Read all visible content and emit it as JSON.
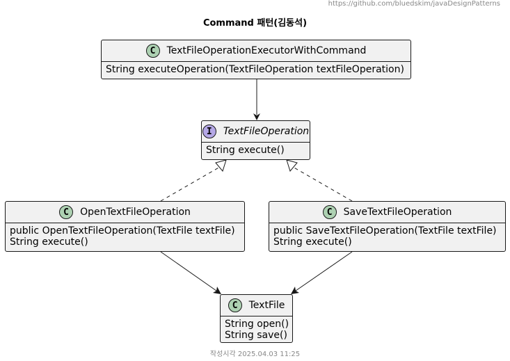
{
  "header": {
    "link_text": "https://github.com/bluedskim/javaDesignPatterns"
  },
  "diagram": {
    "title": "Command 패턴(김동석)",
    "footer": "작성시각 2025.04.03 11:25",
    "classes": {
      "executor": {
        "stereotype_letter": "C",
        "name": "TextFileOperationExecutorWithCommand",
        "members": [
          "String executeOperation(TextFileOperation textFileOperation)"
        ]
      },
      "iface": {
        "stereotype_letter": "I",
        "name": "TextFileOperation",
        "members": [
          "String execute()"
        ]
      },
      "open_op": {
        "stereotype_letter": "C",
        "name": "OpenTextFileOperation",
        "members": [
          "public OpenTextFileOperation(TextFile textFile)",
          "String execute()"
        ]
      },
      "save_op": {
        "stereotype_letter": "C",
        "name": "SaveTextFileOperation",
        "members": [
          "public SaveTextFileOperation(TextFile textFile)",
          "String execute()"
        ]
      },
      "textfile": {
        "stereotype_letter": "C",
        "name": "TextFile",
        "members": [
          "String open()",
          "String save()"
        ]
      }
    },
    "relations": [
      {
        "from": "TextFileOperationExecutorWithCommand",
        "to": "TextFileOperation",
        "kind": "association"
      },
      {
        "from": "OpenTextFileOperation",
        "to": "TextFileOperation",
        "kind": "realization"
      },
      {
        "from": "SaveTextFileOperation",
        "to": "TextFileOperation",
        "kind": "realization"
      },
      {
        "from": "OpenTextFileOperation",
        "to": "TextFile",
        "kind": "association"
      },
      {
        "from": "SaveTextFileOperation",
        "to": "TextFile",
        "kind": "association"
      }
    ],
    "colors": {
      "class_badge": "#add1b2",
      "interface_badge": "#b4a7e5",
      "box_fill": "#f1f1f1",
      "line": "#181818"
    }
  }
}
